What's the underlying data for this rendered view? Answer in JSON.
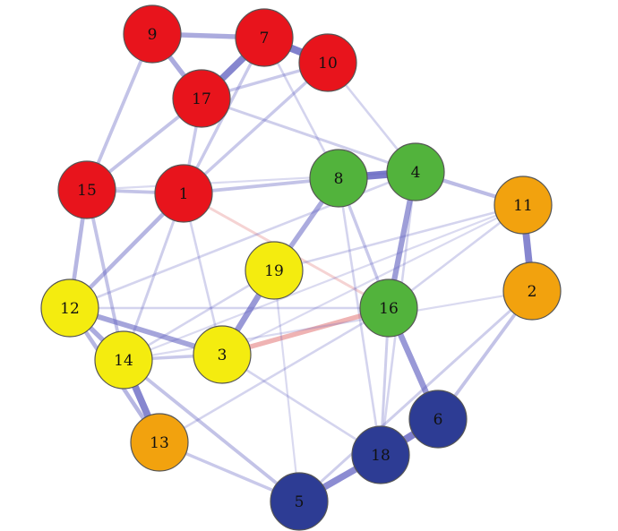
{
  "colors": {
    "red": "#e8141c",
    "green": "#52b33c",
    "yellow": "#f4ec0f",
    "orange": "#f2a20e",
    "blue": "#2d3c94",
    "edge_positive": "#6060c0",
    "edge_negative": "#e07070"
  },
  "nodes": [
    {
      "id": "1",
      "label": "1",
      "group": "red"
    },
    {
      "id": "2",
      "label": "2",
      "group": "orange"
    },
    {
      "id": "3",
      "label": "3",
      "group": "yellow"
    },
    {
      "id": "4",
      "label": "4",
      "group": "green"
    },
    {
      "id": "5",
      "label": "5",
      "group": "blue"
    },
    {
      "id": "6",
      "label": "6",
      "group": "blue"
    },
    {
      "id": "7",
      "label": "7",
      "group": "red"
    },
    {
      "id": "8",
      "label": "8",
      "group": "green"
    },
    {
      "id": "9",
      "label": "9",
      "group": "red"
    },
    {
      "id": "10",
      "label": "10",
      "group": "red"
    },
    {
      "id": "11",
      "label": "11",
      "group": "orange"
    },
    {
      "id": "12",
      "label": "12",
      "group": "yellow"
    },
    {
      "id": "13",
      "label": "13",
      "group": "orange"
    },
    {
      "id": "14",
      "label": "14",
      "group": "yellow"
    },
    {
      "id": "15",
      "label": "15",
      "group": "red"
    },
    {
      "id": "16",
      "label": "16",
      "group": "green"
    },
    {
      "id": "17",
      "label": "17",
      "group": "red"
    },
    {
      "id": "18",
      "label": "18",
      "group": "blue"
    },
    {
      "id": "19",
      "label": "19",
      "group": "yellow"
    }
  ],
  "edges": [
    {
      "from": "9",
      "to": "7",
      "weight": 0.55,
      "sign": "pos"
    },
    {
      "from": "9",
      "to": "17",
      "weight": 0.55,
      "sign": "pos"
    },
    {
      "from": "7",
      "to": "17",
      "weight": 0.85,
      "sign": "pos"
    },
    {
      "from": "7",
      "to": "10",
      "weight": 0.9,
      "sign": "pos"
    },
    {
      "from": "10",
      "to": "17",
      "weight": 0.3,
      "sign": "pos"
    },
    {
      "from": "9",
      "to": "15",
      "weight": 0.35,
      "sign": "pos"
    },
    {
      "from": "17",
      "to": "15",
      "weight": 0.35,
      "sign": "pos"
    },
    {
      "from": "17",
      "to": "1",
      "weight": 0.3,
      "sign": "pos"
    },
    {
      "from": "7",
      "to": "1",
      "weight": 0.3,
      "sign": "pos"
    },
    {
      "from": "10",
      "to": "1",
      "weight": 0.3,
      "sign": "pos"
    },
    {
      "from": "10",
      "to": "4",
      "weight": 0.2,
      "sign": "pos"
    },
    {
      "from": "7",
      "to": "8",
      "weight": 0.2,
      "sign": "pos"
    },
    {
      "from": "17",
      "to": "4",
      "weight": 0.25,
      "sign": "pos"
    },
    {
      "from": "15",
      "to": "1",
      "weight": 0.35,
      "sign": "pos"
    },
    {
      "from": "1",
      "to": "8",
      "weight": 0.35,
      "sign": "pos"
    },
    {
      "from": "1",
      "to": "16",
      "weight": 0.25,
      "sign": "neg"
    },
    {
      "from": "15",
      "to": "12",
      "weight": 0.45,
      "sign": "pos"
    },
    {
      "from": "15",
      "to": "14",
      "weight": 0.35,
      "sign": "pos"
    },
    {
      "from": "1",
      "to": "12",
      "weight": 0.45,
      "sign": "pos"
    },
    {
      "from": "1",
      "to": "14",
      "weight": 0.25,
      "sign": "pos"
    },
    {
      "from": "1",
      "to": "3",
      "weight": 0.2,
      "sign": "pos"
    },
    {
      "from": "8",
      "to": "4",
      "weight": 0.95,
      "sign": "pos"
    },
    {
      "from": "8",
      "to": "19",
      "weight": 0.55,
      "sign": "pos"
    },
    {
      "from": "8",
      "to": "16",
      "weight": 0.3,
      "sign": "pos"
    },
    {
      "from": "8",
      "to": "18",
      "weight": 0.2,
      "sign": "pos"
    },
    {
      "from": "4",
      "to": "16",
      "weight": 0.65,
      "sign": "pos"
    },
    {
      "from": "4",
      "to": "11",
      "weight": 0.4,
      "sign": "pos"
    },
    {
      "from": "4",
      "to": "12",
      "weight": 0.2,
      "sign": "pos"
    },
    {
      "from": "11",
      "to": "2",
      "weight": 0.85,
      "sign": "pos"
    },
    {
      "from": "11",
      "to": "19",
      "weight": 0.2,
      "sign": "pos"
    },
    {
      "from": "11",
      "to": "16",
      "weight": 0.2,
      "sign": "pos"
    },
    {
      "from": "19",
      "to": "3",
      "weight": 0.7,
      "sign": "pos"
    },
    {
      "from": "12",
      "to": "3",
      "weight": 0.6,
      "sign": "pos"
    },
    {
      "from": "12",
      "to": "14",
      "weight": 0.55,
      "sign": "pos"
    },
    {
      "from": "12",
      "to": "13",
      "weight": 0.45,
      "sign": "pos"
    },
    {
      "from": "14",
      "to": "13",
      "weight": 0.85,
      "sign": "pos"
    },
    {
      "from": "14",
      "to": "3",
      "weight": 0.3,
      "sign": "pos"
    },
    {
      "from": "14",
      "to": "19",
      "weight": 0.2,
      "sign": "pos"
    },
    {
      "from": "3",
      "to": "16",
      "weight": 0.55,
      "sign": "neg"
    },
    {
      "from": "16",
      "to": "6",
      "weight": 0.7,
      "sign": "pos"
    },
    {
      "from": "16",
      "to": "18",
      "weight": 0.25,
      "sign": "pos"
    },
    {
      "from": "16",
      "to": "13",
      "weight": 0.2,
      "sign": "pos"
    },
    {
      "from": "6",
      "to": "18",
      "weight": 0.9,
      "sign": "pos"
    },
    {
      "from": "18",
      "to": "5",
      "weight": 0.8,
      "sign": "pos"
    },
    {
      "from": "2",
      "to": "6",
      "weight": 0.35,
      "sign": "pos"
    },
    {
      "from": "2",
      "to": "5",
      "weight": 0.25,
      "sign": "pos"
    },
    {
      "from": "2",
      "to": "14",
      "weight": 0.15,
      "sign": "pos"
    },
    {
      "from": "13",
      "to": "5",
      "weight": 0.3,
      "sign": "pos"
    },
    {
      "from": "14",
      "to": "5",
      "weight": 0.35,
      "sign": "pos"
    },
    {
      "from": "3",
      "to": "18",
      "weight": 0.2,
      "sign": "pos"
    },
    {
      "from": "12",
      "to": "16",
      "weight": 0.2,
      "sign": "pos"
    },
    {
      "from": "11",
      "to": "3",
      "weight": 0.15,
      "sign": "pos"
    },
    {
      "from": "4",
      "to": "18",
      "weight": 0.2,
      "sign": "pos"
    },
    {
      "from": "19",
      "to": "5",
      "weight": 0.15,
      "sign": "pos"
    },
    {
      "from": "11",
      "to": "14",
      "weight": 0.15,
      "sign": "pos"
    },
    {
      "from": "15",
      "to": "4",
      "weight": 0.15,
      "sign": "pos"
    }
  ]
}
